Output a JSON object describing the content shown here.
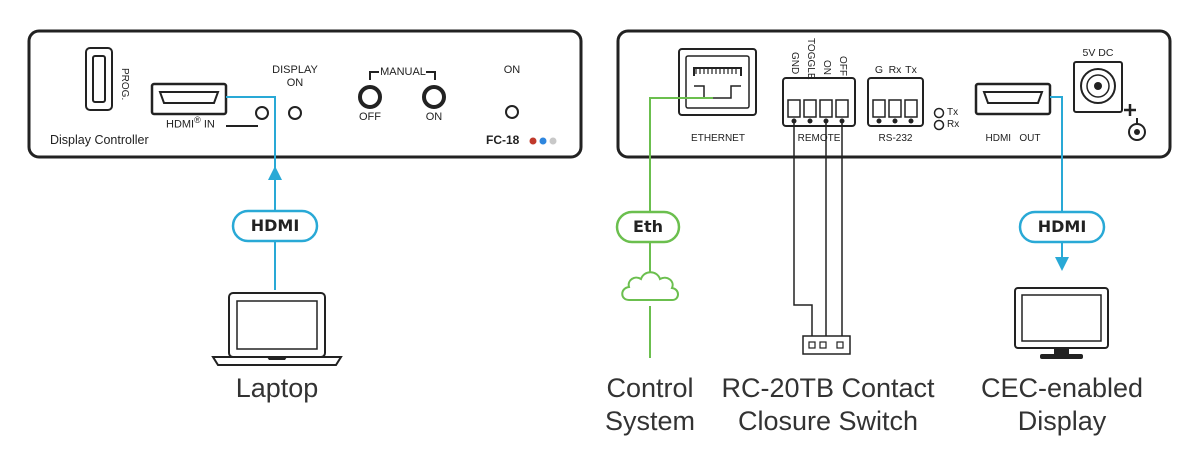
{
  "left_device": {
    "name_label": "Display Controller",
    "prog_label": "PROG.",
    "hdmi_in_label": "HDMI",
    "hdmi_in_reg": "®",
    "hdmi_in_suffix": "IN",
    "display_on_line1": "DISPLAY",
    "display_on_line2": "ON",
    "manual_label": "MANUAL",
    "manual_off_label": "OFF",
    "manual_on_label": "ON",
    "on_label": "ON",
    "model_label": "FC-18",
    "model_dot_colors": [
      "#c0392b",
      "#2e86de",
      "#c8c8c8"
    ]
  },
  "right_device": {
    "ethernet_label": "ETHERNET",
    "remote_pins": [
      "GND",
      "TOGGLE",
      "ON",
      "OFF"
    ],
    "remote_label": "REMOTE",
    "rs232_pins": [
      "G",
      "Rx",
      "Tx"
    ],
    "rs232_label": "RS-232",
    "tx_label": "Tx",
    "rx_label": "Rx",
    "hdmi_out_label": "HDMI   OUT",
    "power_label": "5V DC"
  },
  "connections": {
    "laptop_cable": "HDMI",
    "control_cable": "Eth",
    "display_cable": "HDMI",
    "hdmi_color": "#29a9d6",
    "eth_color": "#6bbf4e"
  },
  "endpoints": {
    "laptop": "Laptop",
    "control_line1": "Control",
    "control_line2": "System",
    "switch_line1": "RC-20TB Contact",
    "switch_line2": "Closure Switch",
    "display_line1": "CEC-enabled",
    "display_line2": "Display"
  }
}
